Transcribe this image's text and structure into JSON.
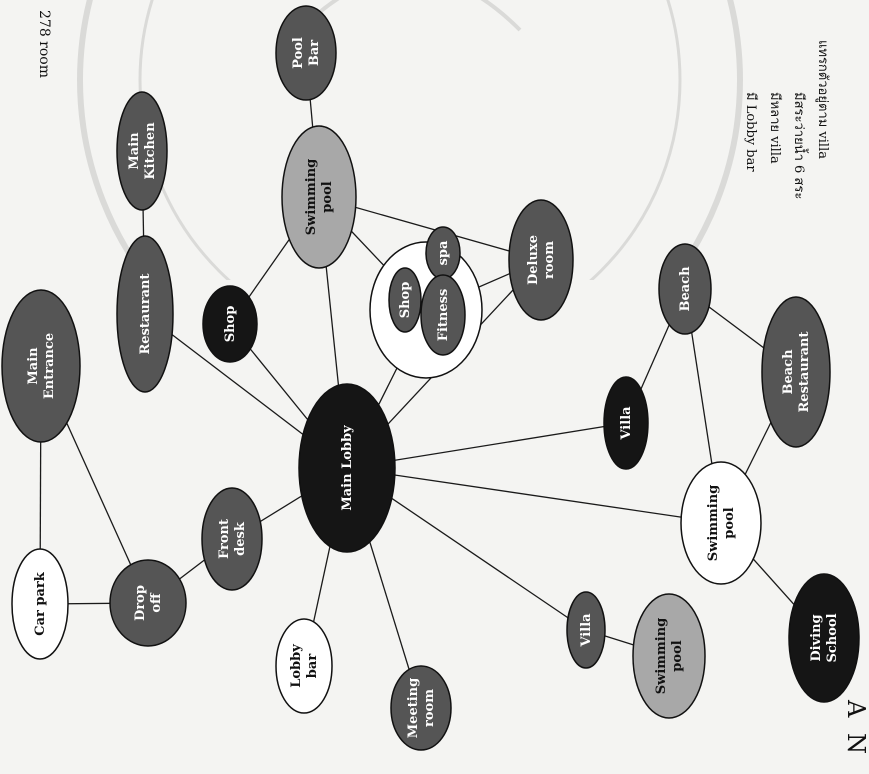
{
  "title": "278 room",
  "notes": [
    "มี Lobby bar",
    "มีหลาย villa",
    "มีสระว่ายน้ำ 6 สระ",
    "แทรกตัวอยู่ตาม villa"
  ],
  "corner_text": "A N",
  "colors": {
    "dark": "#151515",
    "mid": "#555555",
    "light": "#a8a8a8",
    "white": "#ffffff",
    "line": "#1a1a1a"
  },
  "nodes": [
    {
      "id": "main-lobby",
      "label": [
        "Main Lobby"
      ],
      "fill": "dark"
    },
    {
      "id": "main-entrance",
      "label": [
        "Main",
        "Entrance"
      ],
      "fill": "mid"
    },
    {
      "id": "car-park",
      "label": [
        "Car park"
      ],
      "fill": "white"
    },
    {
      "id": "drop-off",
      "label": [
        "Drop",
        "off"
      ],
      "fill": "mid"
    },
    {
      "id": "front-desk",
      "label": [
        "Front",
        "desk"
      ],
      "fill": "mid"
    },
    {
      "id": "lobby-bar",
      "label": [
        "Lobby",
        "bar"
      ],
      "fill": "white"
    },
    {
      "id": "meeting-room",
      "label": [
        "Meeting",
        "room"
      ],
      "fill": "mid"
    },
    {
      "id": "villa-a",
      "label": [
        "Villa"
      ],
      "fill": "mid"
    },
    {
      "id": "swimming-pool-a",
      "label": [
        "Swimming",
        "pool"
      ],
      "fill": "light"
    },
    {
      "id": "restaurant",
      "label": [
        "Restaurant"
      ],
      "fill": "mid"
    },
    {
      "id": "main-kitchen",
      "label": [
        "Main",
        "Kitchen"
      ],
      "fill": "mid"
    },
    {
      "id": "shop-a",
      "label": [
        "Shop"
      ],
      "fill": "dark"
    },
    {
      "id": "swimming-pool-b",
      "label": [
        "Swimming",
        "pool"
      ],
      "fill": "light"
    },
    {
      "id": "pool-bar",
      "label": [
        "Pool",
        "Bar"
      ],
      "fill": "mid"
    },
    {
      "id": "spa-group",
      "label": [],
      "fill": "white"
    },
    {
      "id": "shop-b",
      "label": [
        "Shop"
      ],
      "fill": "mid"
    },
    {
      "id": "spa",
      "label": [
        "spa"
      ],
      "fill": "mid"
    },
    {
      "id": "fitness",
      "label": [
        "Fitness"
      ],
      "fill": "mid"
    },
    {
      "id": "deluxe-room",
      "label": [
        "Deluxe",
        "room"
      ],
      "fill": "mid"
    },
    {
      "id": "villa-b",
      "label": [
        "Villa"
      ],
      "fill": "dark"
    },
    {
      "id": "swimming-pool-c",
      "label": [
        "Swimming",
        "pool"
      ],
      "fill": "white"
    },
    {
      "id": "beach",
      "label": [
        "Beach"
      ],
      "fill": "mid"
    },
    {
      "id": "beach-restaurant",
      "label": [
        "Beach",
        "Restaurant"
      ],
      "fill": "mid"
    },
    {
      "id": "diving-school",
      "label": [
        "Diving",
        "School"
      ],
      "fill": "dark"
    }
  ],
  "edges": [
    [
      "main-lobby",
      "restaurant"
    ],
    [
      "main-lobby",
      "shop-a"
    ],
    [
      "main-lobby",
      "swimming-pool-b"
    ],
    [
      "main-lobby",
      "spa-group"
    ],
    [
      "main-lobby",
      "deluxe-room"
    ],
    [
      "main-lobby",
      "villa-b"
    ],
    [
      "main-lobby",
      "swimming-pool-c"
    ],
    [
      "main-lobby",
      "villa-a"
    ],
    [
      "main-lobby",
      "meeting-room"
    ],
    [
      "main-lobby",
      "lobby-bar"
    ],
    [
      "main-lobby",
      "front-desk"
    ],
    [
      "front-desk",
      "drop-off"
    ],
    [
      "drop-off",
      "car-park"
    ],
    [
      "drop-off",
      "main-entrance"
    ],
    [
      "car-park",
      "main-entrance"
    ],
    [
      "restaurant",
      "main-kitchen"
    ],
    [
      "swimming-pool-b",
      "shop-a"
    ],
    [
      "swimming-pool-b",
      "pool-bar"
    ],
    [
      "swimming-pool-b",
      "spa-group"
    ],
    [
      "swimming-pool-b",
      "deluxe-room"
    ],
    [
      "spa-group",
      "deluxe-room"
    ],
    [
      "villa-a",
      "swimming-pool-a"
    ],
    [
      "swimming-pool-c",
      "diving-school"
    ],
    [
      "swimming-pool-c",
      "beach-restaurant"
    ],
    [
      "swimming-pool-c",
      "beach"
    ],
    [
      "villa-b",
      "beach"
    ],
    [
      "beach",
      "beach-restaurant"
    ]
  ]
}
